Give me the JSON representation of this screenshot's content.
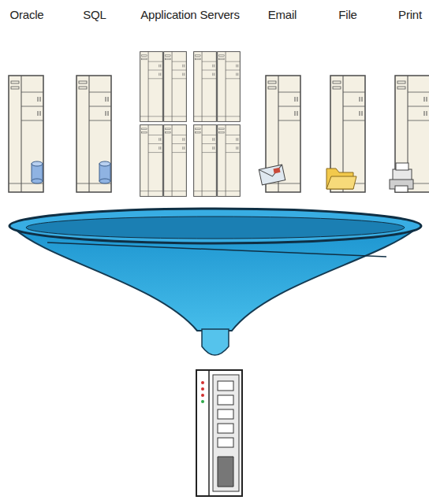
{
  "diagram": {
    "nodes": [
      {
        "text": [
          "Oracle"
        ]
      },
      {
        "text": [
          "SQL"
        ]
      },
      {
        "text": [
          "Application Servers"
        ]
      },
      {
        "text": [
          "Email"
        ]
      },
      {
        "text": [
          "File"
        ]
      },
      {
        "text": [
          "Print"
        ]
      }
    ]
  }
}
